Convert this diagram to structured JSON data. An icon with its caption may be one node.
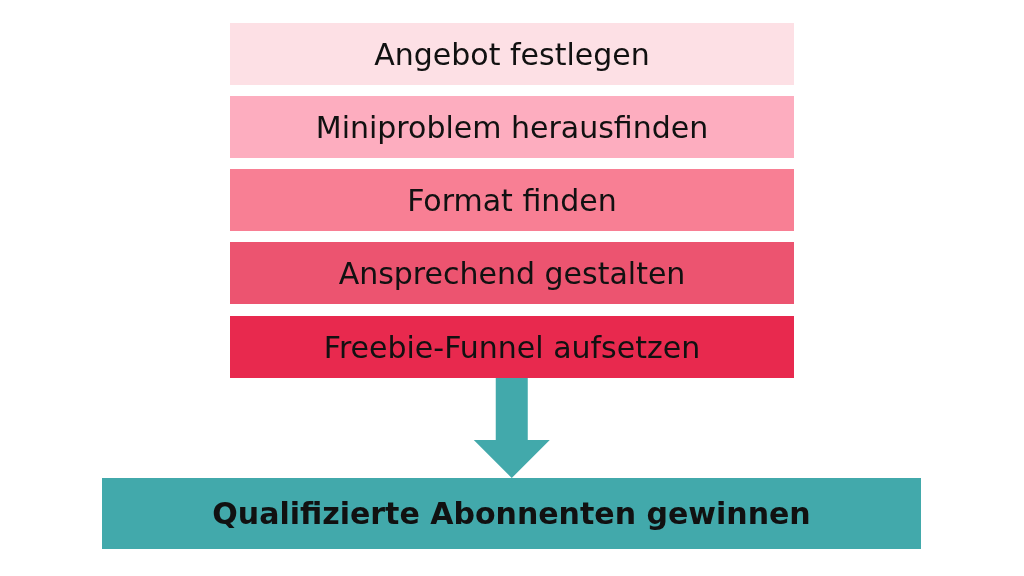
{
  "diagram": {
    "nodes": [
      {
        "text": [
          "Angebot festlegen"
        ]
      },
      {
        "text": [
          "Miniproblem herausfinden"
        ]
      },
      {
        "text": [
          "Format finden"
        ]
      },
      {
        "text": [
          "Ansprechend gestalten"
        ]
      },
      {
        "text": [
          "Freebie-Funnel aufsetzen"
        ]
      },
      {
        "text": [
          "Qualifizierte Abonnenten gewinnen"
        ]
      }
    ],
    "edges": [
      {
        "from": 4,
        "to": 5,
        "arrow": "to",
        "style": "thick",
        "color": "#42a9ab"
      }
    ]
  }
}
